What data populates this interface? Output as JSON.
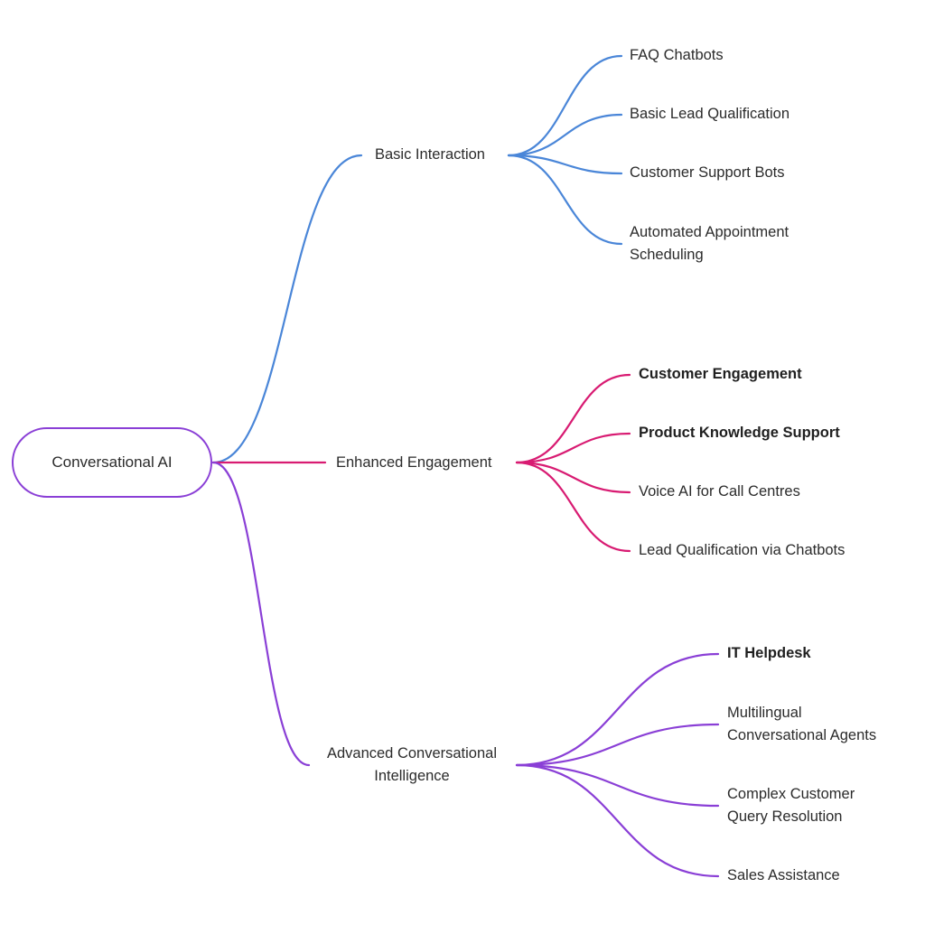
{
  "root": {
    "label": "Conversational AI",
    "color": "#8a3fd6"
  },
  "branches": [
    {
      "label": "Basic Interaction",
      "color": "#4a86d8",
      "children": [
        {
          "label": "FAQ Chatbots",
          "bold": false
        },
        {
          "label": "Basic Lead Qualification",
          "bold": false
        },
        {
          "label": "Customer Support Bots",
          "bold": false
        },
        {
          "label": "Automated Appointment Scheduling",
          "line1": "Automated Appointment",
          "line2": "Scheduling",
          "bold": false
        }
      ]
    },
    {
      "label": "Enhanced Engagement",
      "color": "#d81b72",
      "children": [
        {
          "label": "Customer Engagement",
          "bold": true
        },
        {
          "label": "Product Knowledge Support",
          "bold": true
        },
        {
          "label": "Voice AI for Call Centres",
          "bold": false
        },
        {
          "label": "Lead Qualification via Chatbots",
          "bold": false
        }
      ]
    },
    {
      "label": "Advanced Conversational Intelligence",
      "line1": "Advanced Conversational",
      "line2": "Intelligence",
      "color": "#8a3fd6",
      "children": [
        {
          "label": "IT Helpdesk",
          "bold": true
        },
        {
          "label": "Multilingual Conversational Agents",
          "line1": "Multilingual",
          "line2": "Conversational Agents",
          "bold": false
        },
        {
          "label": "Complex Customer Query Resolution",
          "line1": "Complex Customer",
          "line2": "Query Resolution",
          "bold": false
        },
        {
          "label": "Sales Assistance",
          "bold": false
        }
      ]
    }
  ]
}
